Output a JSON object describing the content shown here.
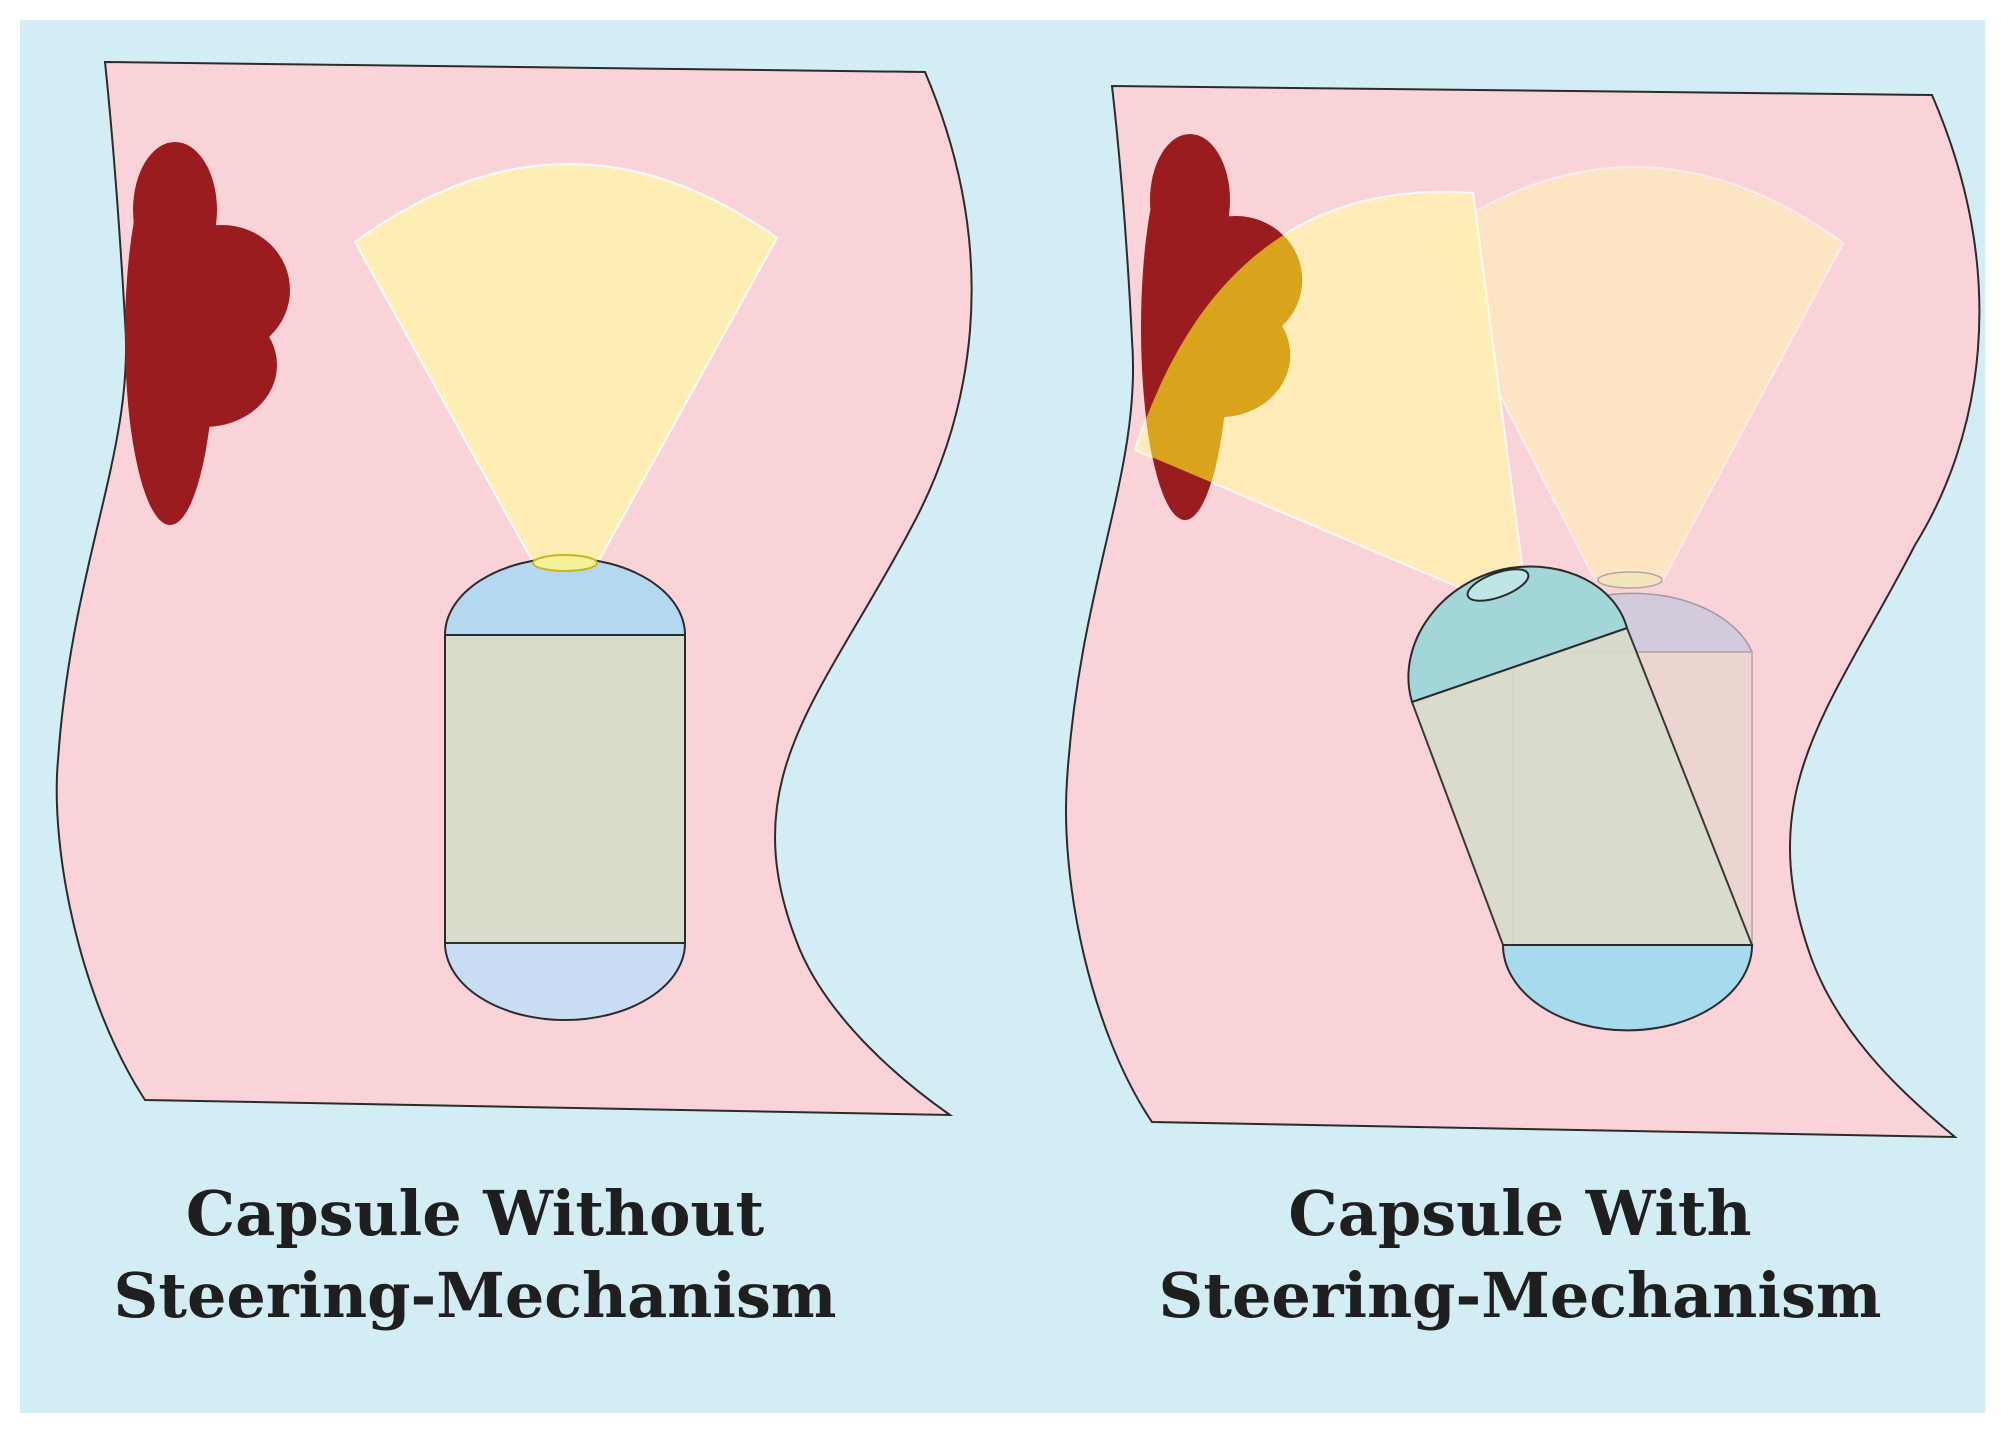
{
  "captions": {
    "left": {
      "line1": "Capsule Without",
      "line2": "Steering-Mechanism"
    },
    "right": {
      "line1": "Capsule With",
      "line2": "Steering-Mechanism"
    }
  },
  "colors": {
    "background": "#d3edf4",
    "tissue": "#fad3d9",
    "lesion": "#9b1c1f",
    "lesion_in_view": "#d9a31c",
    "field_of_view": "#fff0b3",
    "capsule_top_cap": "#b3d8f0",
    "capsule_bottom_cap": "#c9def5",
    "capsule_body": "#d7dccb",
    "steered_top_cap": "#a3d6d9",
    "steered_bottom_cap": "#a6dbee",
    "ghost_top_cap": "#cac8dc",
    "ghost_body": "#e9d6cd",
    "outline": "#2b2b2b"
  }
}
